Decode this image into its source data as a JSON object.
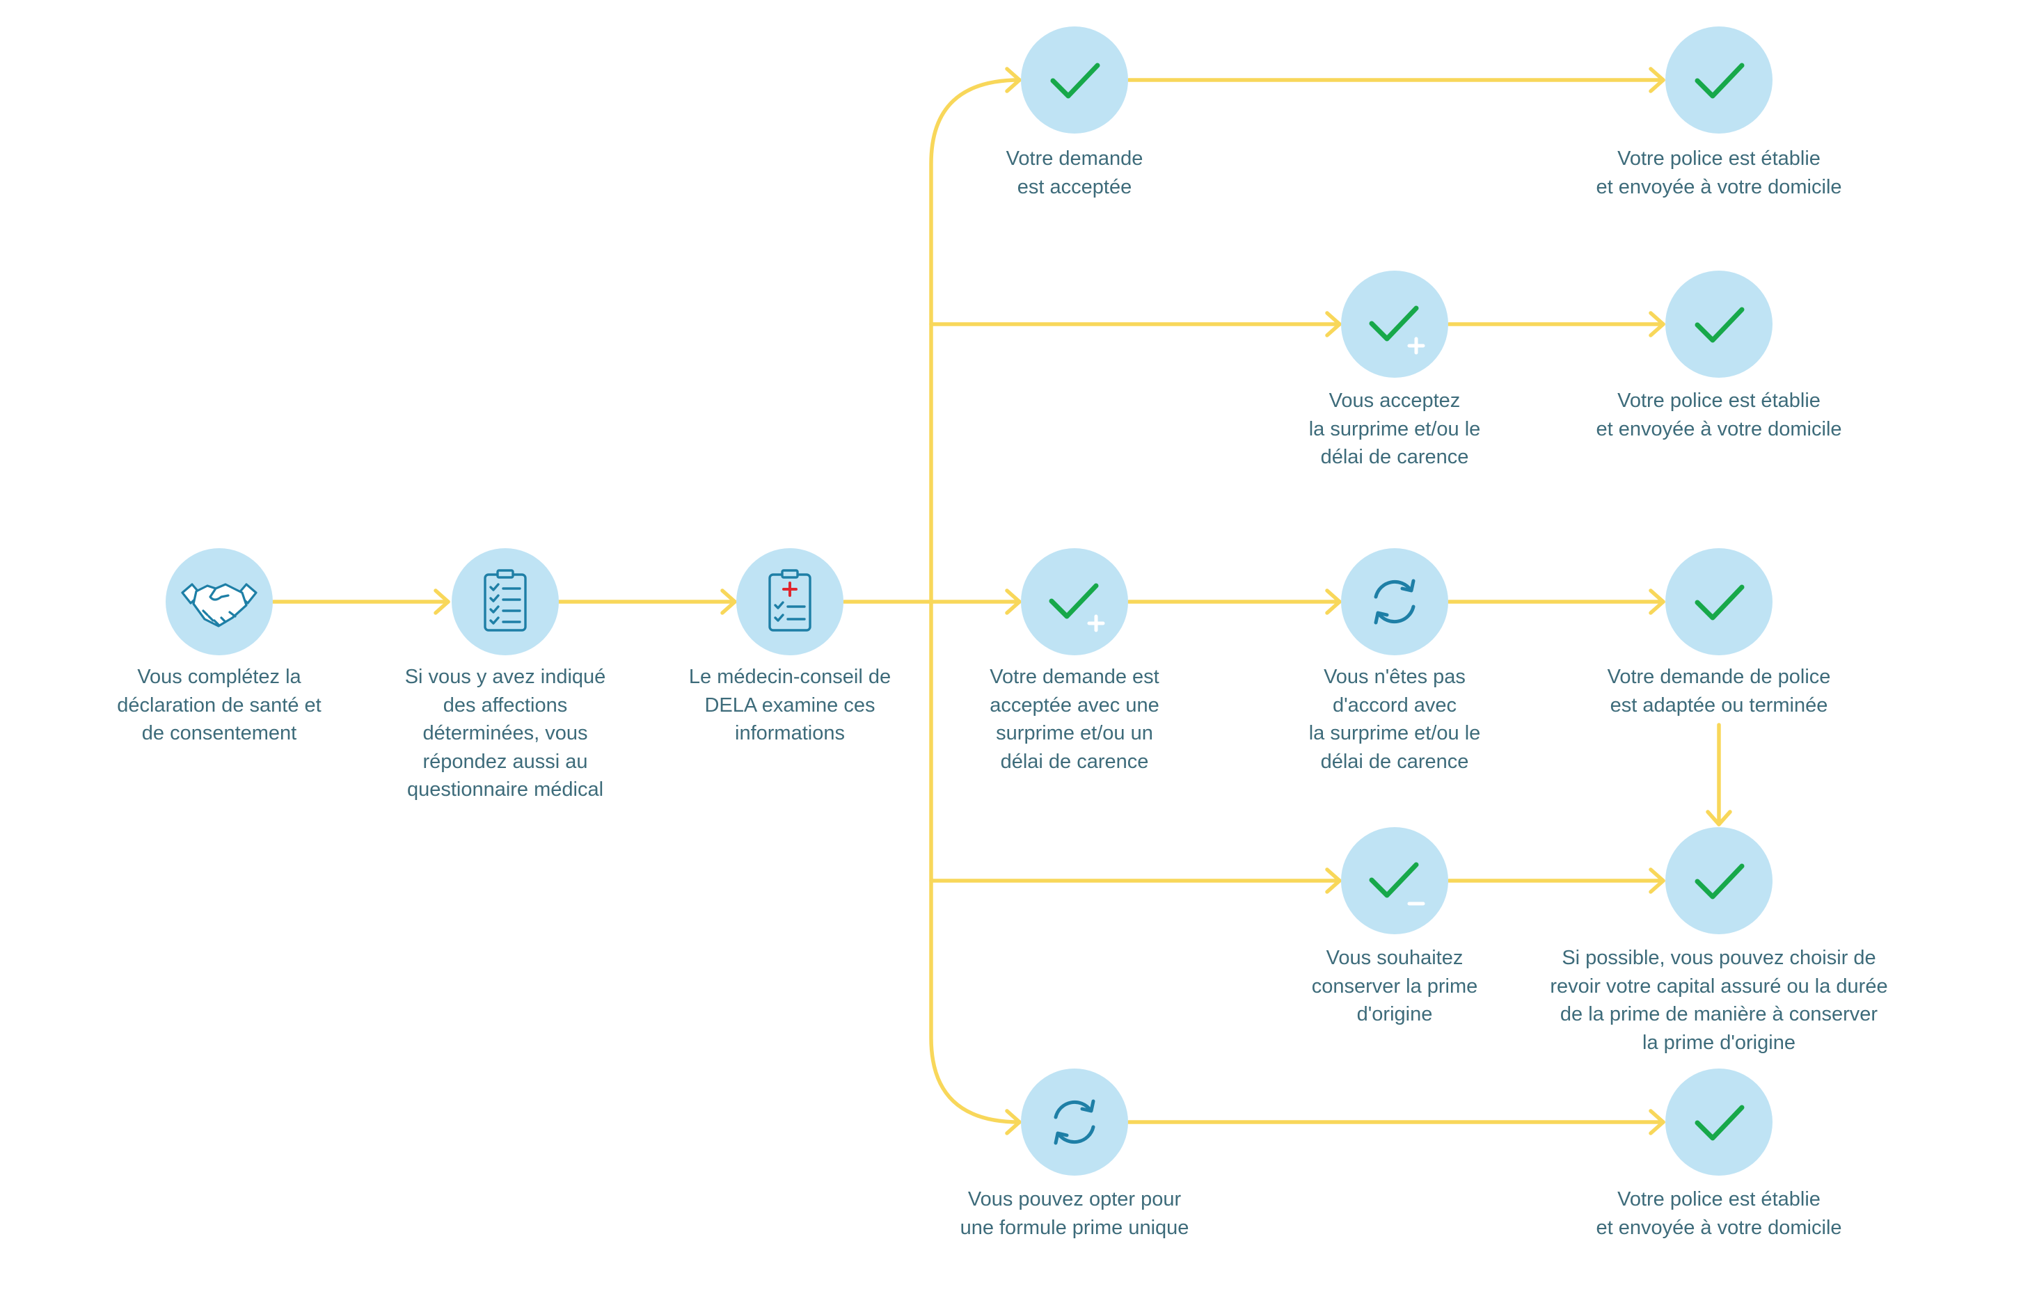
{
  "colors": {
    "circle": "#bfe3f4",
    "connector": "#f8d75a",
    "text": "#3d6b7a",
    "check": "#17a84a",
    "icon_blue": "#1e7fa6",
    "icon_red": "#e0262d"
  },
  "steps": {
    "s1": {
      "icon": "handshake-icon",
      "label": "Vous complétez la\ndéclaration de santé et\nde consentement"
    },
    "s2": {
      "icon": "clipboard-checklist-icon",
      "label": "Si vous y avez indiqué\ndes affections\ndéterminées, vous\nrépondez aussi au\nquestionnaire médical"
    },
    "s3": {
      "icon": "medical-clipboard-icon",
      "label": "Le médecin-conseil de\nDELA examine ces\ninformations"
    }
  },
  "outcomes": {
    "accepted": {
      "icon": "check-icon",
      "label": "Votre demande\nest acceptée"
    },
    "accepted_policy": {
      "icon": "check-icon",
      "label": "Votre police est établie\net envoyée à votre domicile"
    },
    "accept_surcharge": {
      "icon": "check-plus-icon",
      "label": "Vous acceptez\nla surprime et/ou le\ndélai de carence"
    },
    "accept_surcharge_policy": {
      "icon": "check-icon",
      "label": "Votre police est établie\net envoyée à votre domicile"
    },
    "accepted_with_surcharge": {
      "icon": "check-plus-icon",
      "label": "Votre demande est\nacceptée avec une\nsurprime et/ou un\ndélai de carence"
    },
    "not_agree": {
      "icon": "refresh-icon",
      "label": "Vous n'êtes pas\nd'accord avec\nla surprime et/ou le\ndélai de carence"
    },
    "adapted_or_ended": {
      "icon": "check-icon",
      "label": "Votre demande de police\nest adaptée ou terminée"
    },
    "keep_premium": {
      "icon": "check-minus-icon",
      "label": "Vous souhaitez\nconserver la prime\nd'origine"
    },
    "review_capital": {
      "icon": "check-icon",
      "label": "Si possible, vous pouvez choisir de\nrevoir votre capital assuré ou la durée\nde la prime de manière à conserver\nla prime d'origine"
    },
    "single_premium": {
      "icon": "refresh-icon",
      "label": "Vous pouvez opter pour\nune formule prime unique"
    },
    "single_premium_policy": {
      "icon": "check-icon",
      "label": "Votre police est établie\net envoyée à votre domicile"
    }
  }
}
